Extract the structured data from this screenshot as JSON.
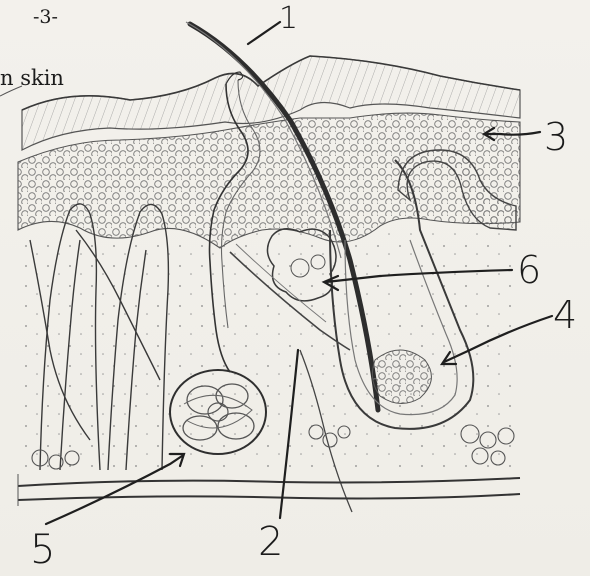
{
  "page": {
    "number_label": "-3-",
    "caption_fragment": "n skin"
  },
  "labels": {
    "l1": "1",
    "l2": "2",
    "l3": "3",
    "l4": "4",
    "l5": "5",
    "l6": "6"
  },
  "colors": {
    "ink": "#2a2a2a",
    "paper": "#f1efe9",
    "shade": "#cfcac0"
  }
}
